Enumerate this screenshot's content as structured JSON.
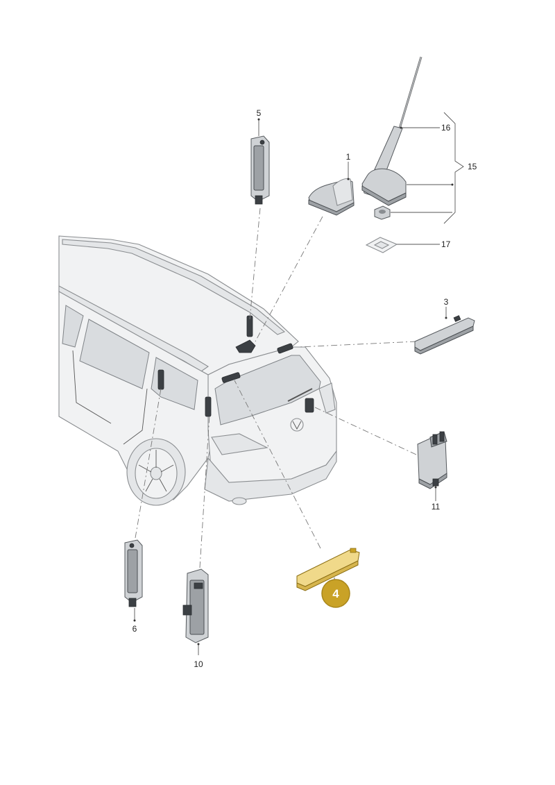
{
  "diagram": {
    "callouts": [
      {
        "id": "1",
        "text": "1"
      },
      {
        "id": "3",
        "text": "3"
      },
      {
        "id": "4",
        "text": "4",
        "highlighted": true
      },
      {
        "id": "5",
        "text": "5"
      },
      {
        "id": "6",
        "text": "6"
      },
      {
        "id": "10",
        "text": "10"
      },
      {
        "id": "11",
        "text": "11"
      },
      {
        "id": "15",
        "text": "15"
      },
      {
        "id": "16",
        "text": "16"
      },
      {
        "id": "17",
        "text": "17"
      }
    ],
    "colors": {
      "highlight_fill": "#c9a227",
      "highlight_part": "#f0d98a",
      "line": "#555555",
      "car_body": "#f1f2f3"
    },
    "icons": [
      "rear-car-view",
      "shark-fin-antenna",
      "rod-antenna",
      "antenna-module",
      "amplifier-module"
    ]
  }
}
